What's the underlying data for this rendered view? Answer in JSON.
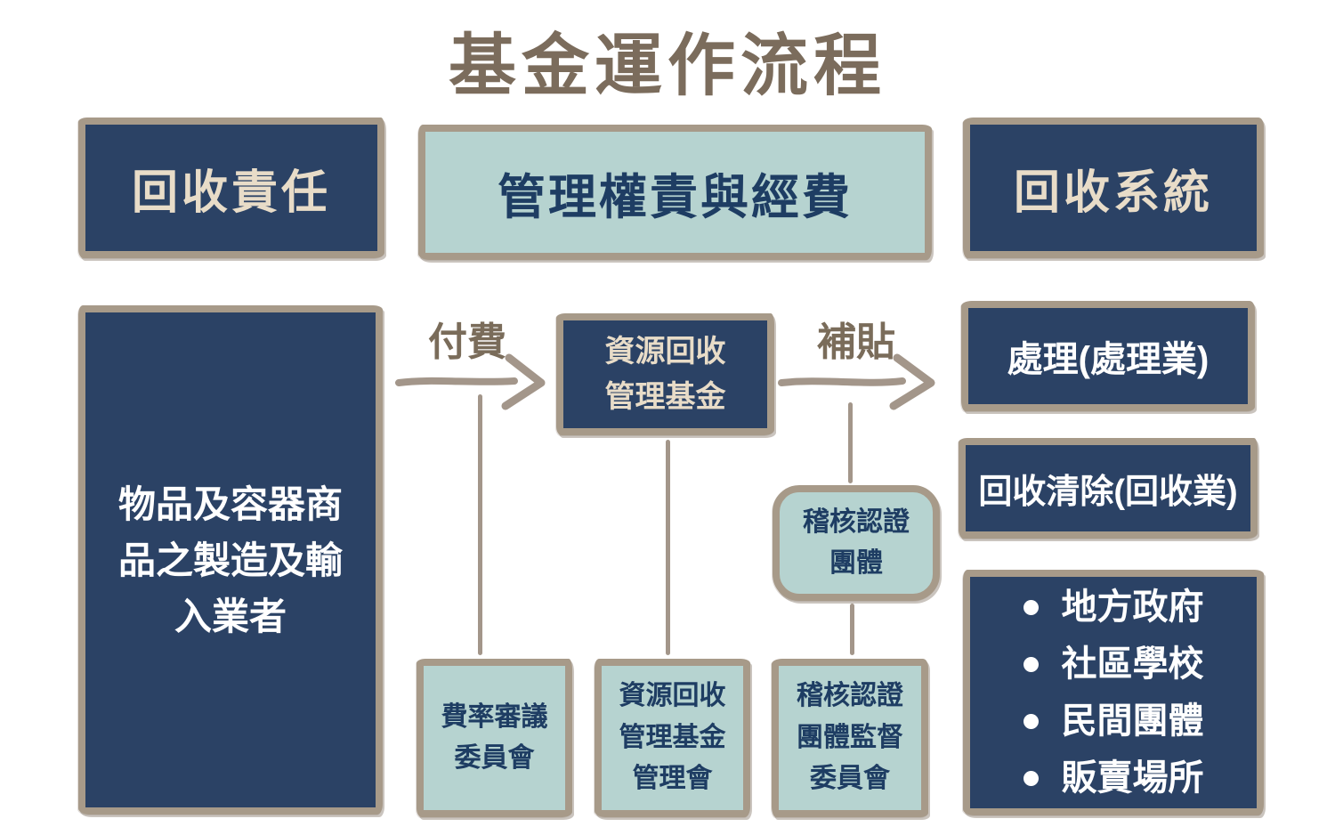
{
  "title": "基金運作流程",
  "colors": {
    "navy": "#2b4265",
    "teal": "#b6d3d0",
    "tan_border": "#a79a89",
    "brown_label": "#7a6c5a",
    "cream_text": "#e8dcc8",
    "navy_text": "#1e3d63",
    "white_text": "#ffffff"
  },
  "headers": {
    "recycling_responsibility": "回收責任",
    "management_authority_funding": "管理權責與經費",
    "recycling_system": "回收系統"
  },
  "flow": {
    "producer_lines": [
      "物品及容器商",
      "品之製造及輸",
      "入業者"
    ],
    "pay_label": "付費",
    "fund_lines": [
      "資源回收",
      "管理基金"
    ],
    "subsidy_label": "補貼",
    "audit_group_lines": [
      "稽核認證",
      "團體"
    ]
  },
  "committees": {
    "fee_review_lines": [
      "費率審議",
      "委員會"
    ],
    "fund_management_lines": [
      "資源回收",
      "管理基金",
      "管理會"
    ],
    "audit_supervision_lines": [
      "稽核認證",
      "團體監督",
      "委員會"
    ]
  },
  "recycling_system": {
    "treatment": "處理(處理業)",
    "collection": "回收清除(回收業)",
    "organizations": [
      "地方政府",
      "社區學校",
      "民間團體",
      "販賣場所"
    ]
  }
}
